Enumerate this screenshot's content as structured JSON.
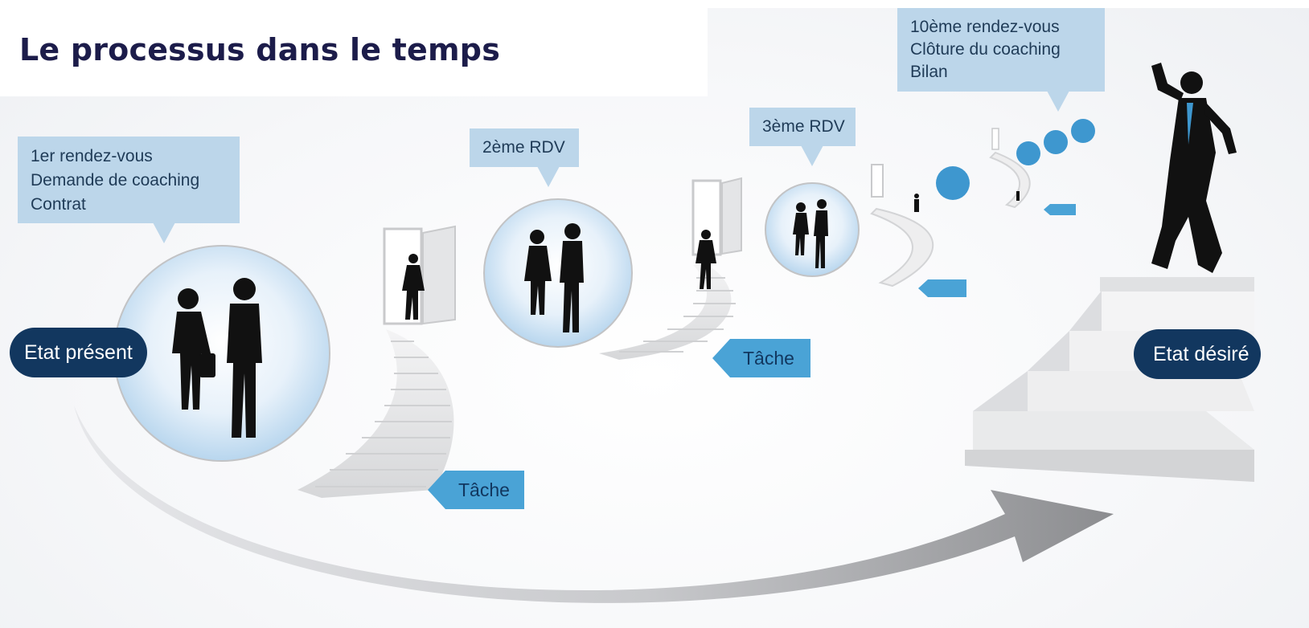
{
  "title": "Le processus dans le temps",
  "states": {
    "present": "Etat présent",
    "desired": "Etat désiré"
  },
  "callouts": {
    "first": [
      "1er rendez-vous",
      "Demande de coaching",
      "Contrat"
    ],
    "second": "2ème RDV",
    "third": "3ème RDV",
    "tenth": [
      "10ème rendez-vous",
      "Clôture du coaching",
      "Bilan"
    ]
  },
  "tasks": {
    "task1": "Tâche",
    "task2": "Tâche"
  },
  "colors": {
    "title": "#1c1c4a",
    "callout_bg": "#bcd6ea",
    "callout_text": "#1f3b57",
    "pill_bg": "#12375f",
    "task_blue": "#4aa3d6"
  }
}
